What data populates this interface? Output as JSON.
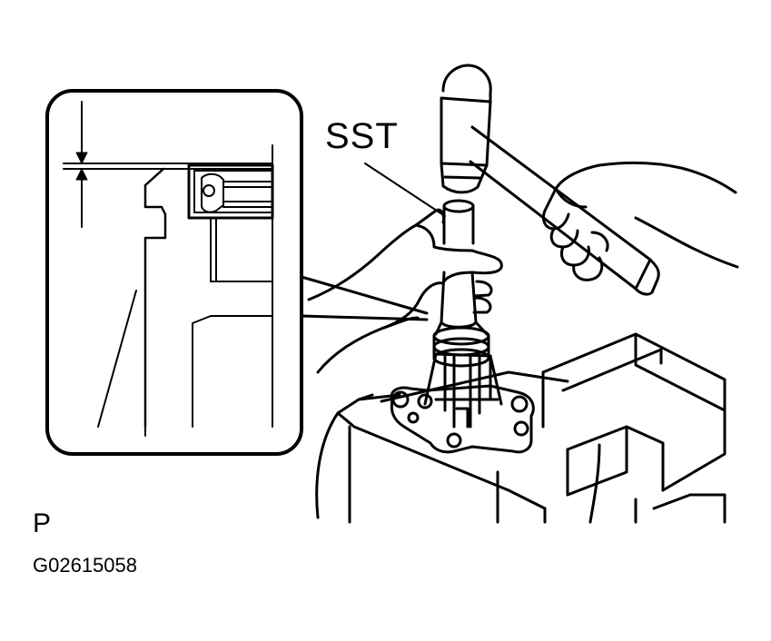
{
  "figure": {
    "tool_label": "SST",
    "view_letter": "P",
    "figure_code": "G02615058"
  },
  "colors": {
    "ink": "#000000",
    "paper": "#ffffff"
  }
}
